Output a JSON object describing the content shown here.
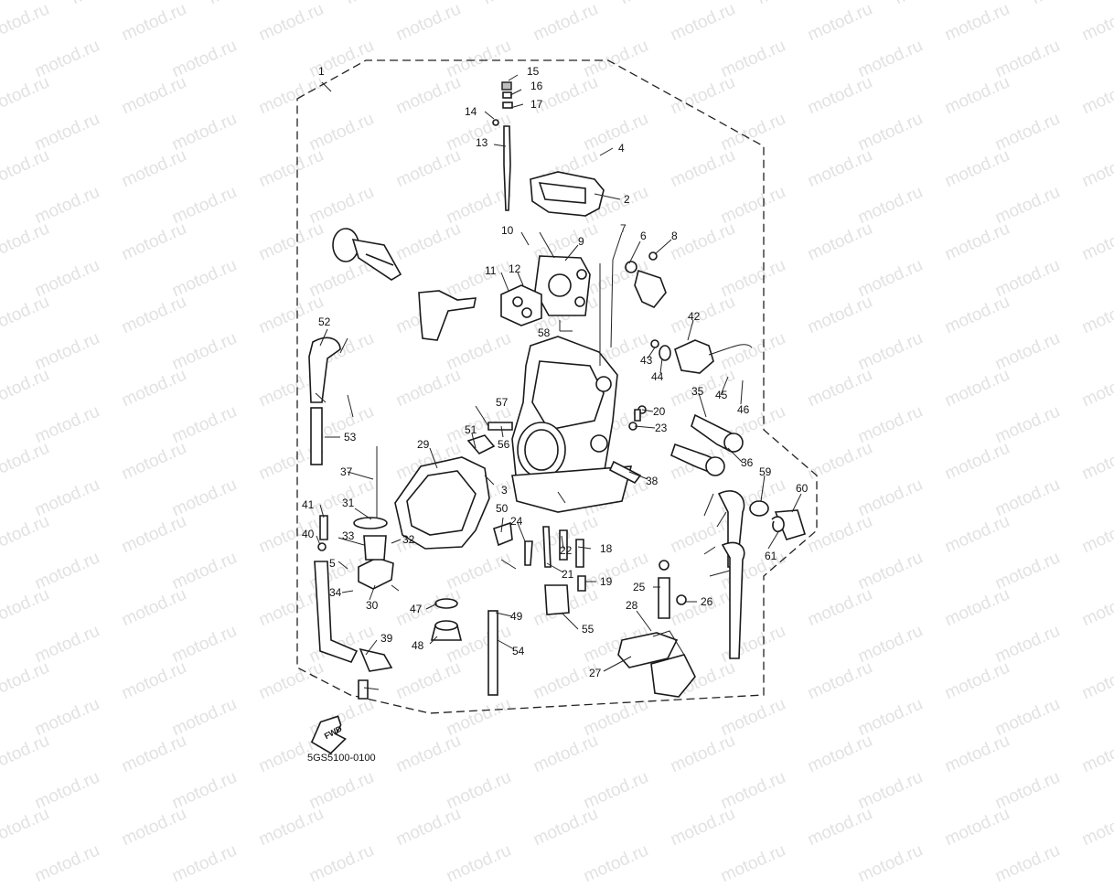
{
  "watermark_text": "motod.ru",
  "catalog_code": "5GS5100-0100",
  "fwd_label": "FWD",
  "callouts": [
    "1",
    "2",
    "3",
    "4",
    "5",
    "6",
    "7",
    "8",
    "9",
    "10",
    "11",
    "12",
    "13",
    "14",
    "15",
    "16",
    "17",
    "18",
    "19",
    "20",
    "21",
    "22",
    "23",
    "24",
    "25",
    "26",
    "27",
    "28",
    "29",
    "30",
    "31",
    "32",
    "33",
    "34",
    "35",
    "36",
    "37",
    "38",
    "39",
    "40",
    "41",
    "42",
    "43",
    "44",
    "45",
    "46",
    "47",
    "48",
    "49",
    "50",
    "51",
    "52",
    "53",
    "54",
    "55",
    "56",
    "57",
    "58",
    "59",
    "60",
    "61"
  ],
  "colors": {
    "ink": "#1a1a1a",
    "watermark": "#e2e2e2",
    "background": "#ffffff"
  }
}
